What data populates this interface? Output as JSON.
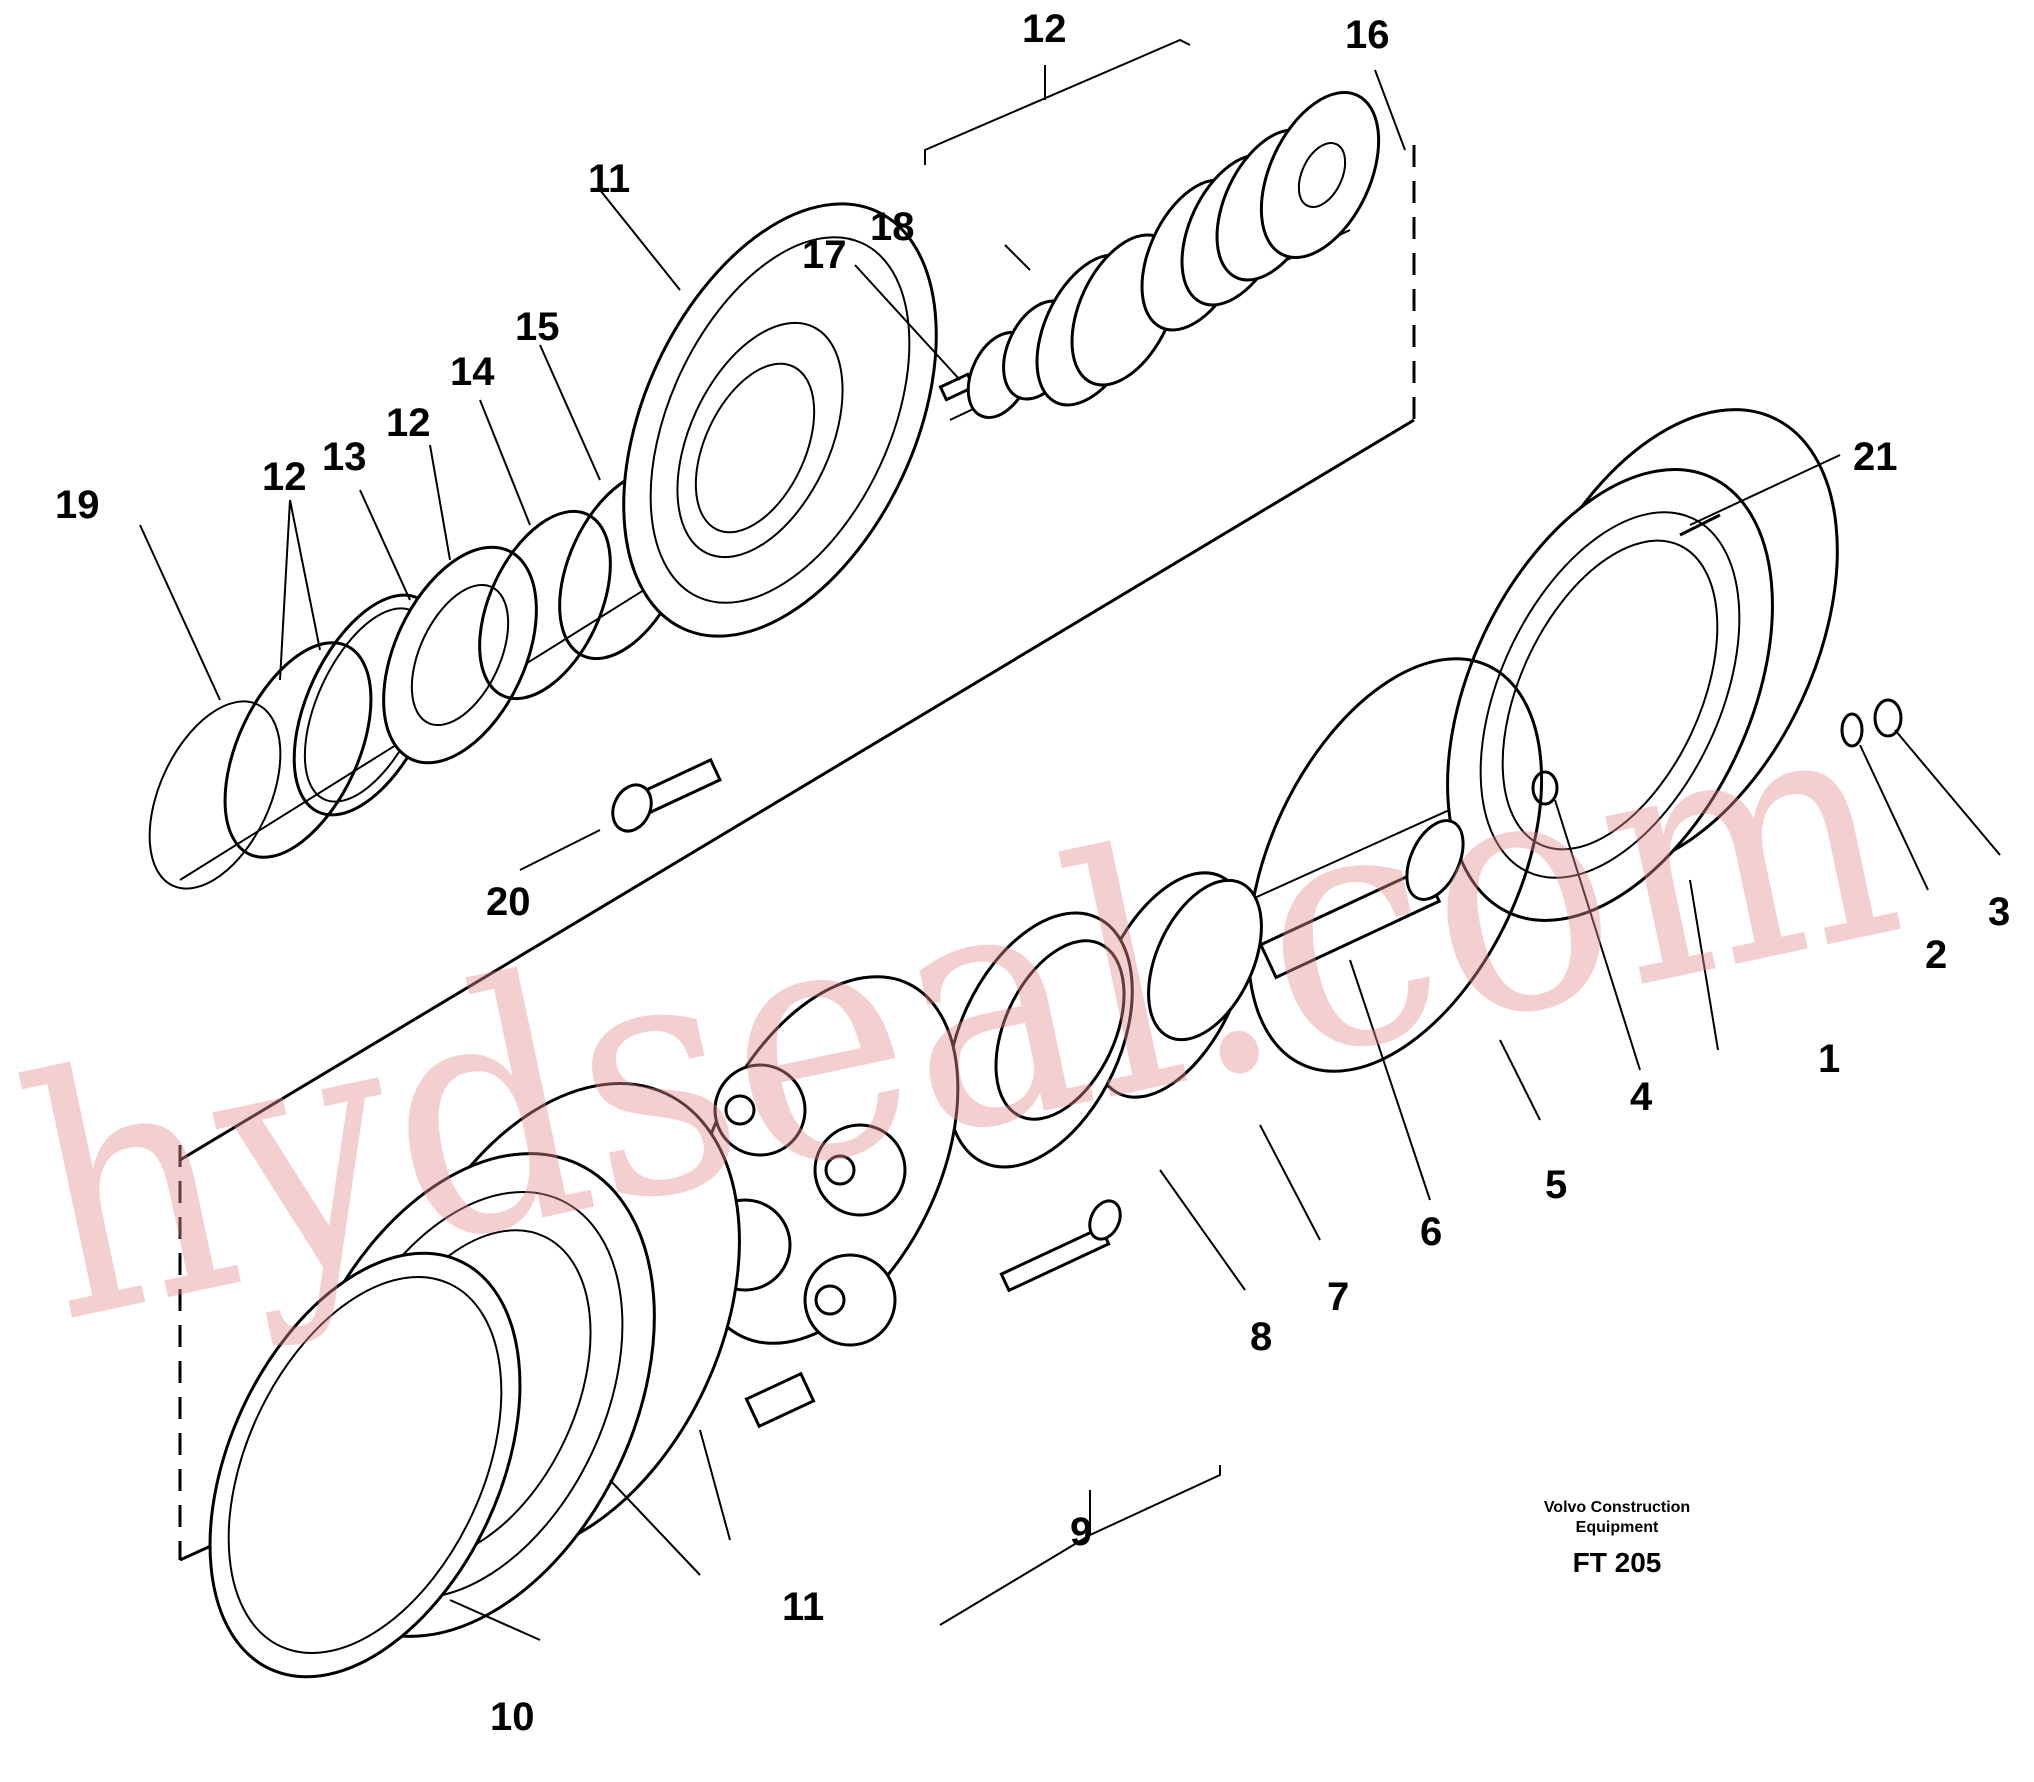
{
  "diagram": {
    "caption": {
      "line1": "Volvo Construction",
      "line2": "Equipment",
      "code": "FT 205"
    },
    "watermark": "hydseal.com",
    "callouts": {
      "c1": "1",
      "c2": "2",
      "c3": "3",
      "c4": "4",
      "c5": "5",
      "c6": "6",
      "c7": "7",
      "c8": "8",
      "c9": "9",
      "c10": "10",
      "c11a": "11",
      "c11b": "11",
      "c12a": "12",
      "c12b": "12",
      "c12c": "12",
      "c13": "13",
      "c14": "14",
      "c15": "15",
      "c16": "16",
      "c17": "17",
      "c18": "18",
      "c19": "19",
      "c20": "20",
      "c21": "21"
    }
  }
}
